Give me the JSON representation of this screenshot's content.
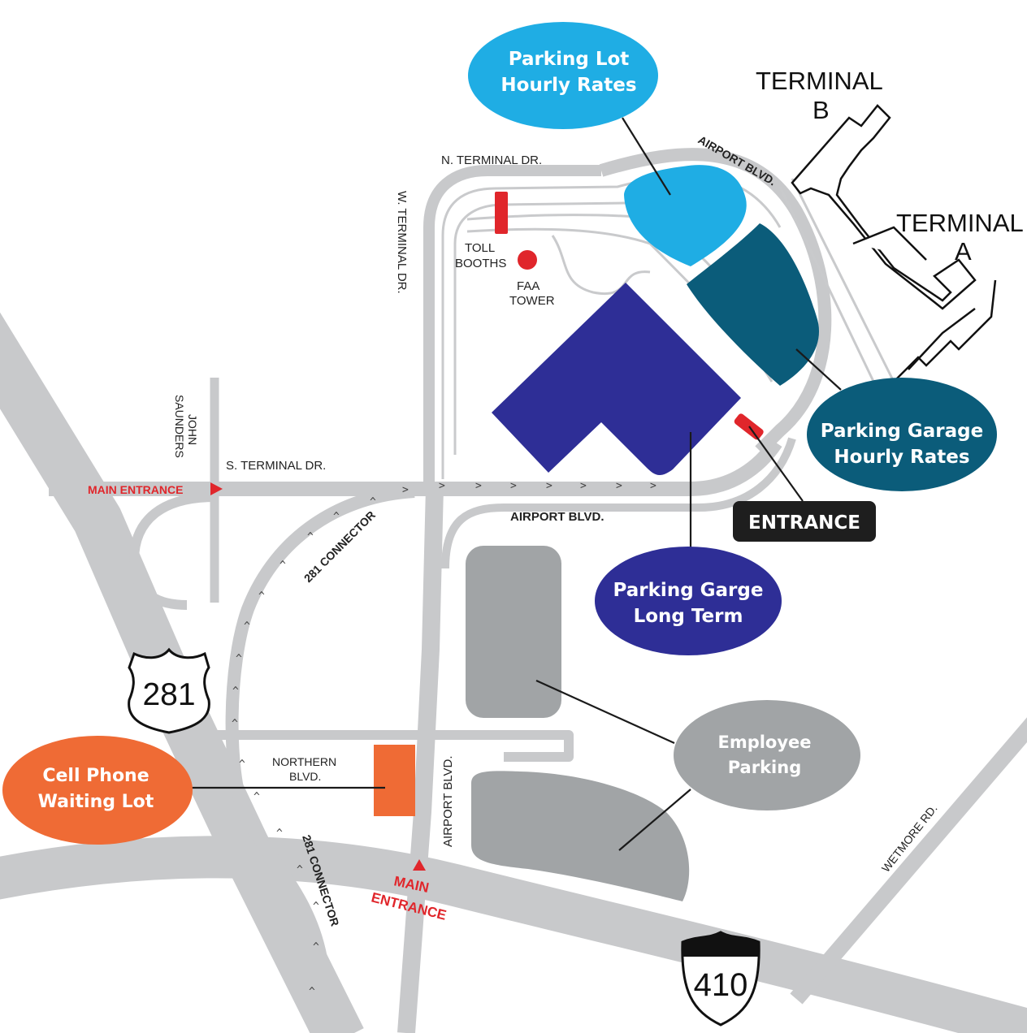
{
  "roads": {
    "n_terminal_dr": "N. TERMINAL DR.",
    "w_terminal_dr": "W. TERMINAL DR.",
    "airport_blvd_top": "AIRPORT BLVD.",
    "airport_blvd_mid": "AIRPORT BLVD.",
    "airport_blvd_south": "AIRPORT BLVD.",
    "john_saunders_1": "JOHN",
    "john_saunders_2": "SAUNDERS",
    "s_terminal_dr": "S. TERMINAL DR.",
    "connector_281_upper": "281 CONNECTOR",
    "connector_281_lower": "281 CONNECTOR",
    "northern_blvd_1": "NORTHERN",
    "northern_blvd_2": "BLVD.",
    "wetmore_rd": "WETMORE RD."
  },
  "landmarks": {
    "toll_booths_1": "TOLL",
    "toll_booths_2": "BOOTHS",
    "faa_tower_1": "FAA",
    "faa_tower_2": "TOWER",
    "terminal_b_1": "TERMINAL",
    "terminal_b_2": "B",
    "terminal_a_1": "TERMINAL",
    "terminal_a_2": "A"
  },
  "entrances": {
    "main_entrance_west": "MAIN ENTRANCE",
    "main_entrance_south_1": "MAIN",
    "main_entrance_south_2": "ENTRANCE",
    "garage_entrance": "ENTRANCE"
  },
  "highways": {
    "us_281": "281",
    "i_410": "410"
  },
  "bubbles": {
    "parking_lot_hourly_1": "Parking Lot",
    "parking_lot_hourly_2": "Hourly Rates",
    "parking_garage_hourly_1": "Parking Garage",
    "parking_garage_hourly_2": "Hourly Rates",
    "parking_long_term_1": "Parking Garge",
    "parking_long_term_2": "Long Term",
    "employee_parking_1": "Employee",
    "employee_parking_2": "Parking",
    "cell_phone_lot_1": "Cell Phone",
    "cell_phone_lot_2": "Waiting Lot"
  },
  "colors": {
    "hourly_lot": "#1fade4",
    "garage_hourly": "#0b5c7a",
    "long_term": "#2e2e96",
    "employee": "#a1a4a6",
    "cell_phone": "#ef6b35",
    "road": "#c8c9cb",
    "accent_red": "#e0262b",
    "entrance_box": "#1e1e1e"
  }
}
